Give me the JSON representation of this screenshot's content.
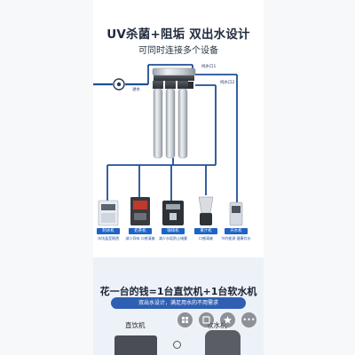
{
  "headline": "UV杀菌+阻垢 双出水设计",
  "subline": "可同时连接多个设备",
  "diagram": {
    "labels": {
      "outlet_1": "纯水口1",
      "outlet_2": "纯水口2",
      "inlet": "进水"
    },
    "devices": [
      {
        "name": "制冰机",
        "caption": "冰块晶莹剔透"
      },
      {
        "name": "奶茶机",
        "caption": "减少异味 口感清爽"
      },
      {
        "name": "咖啡机",
        "caption": "减少水垢防止堵塞"
      },
      {
        "name": "果汁机",
        "caption": "口感清爽"
      },
      {
        "name": "开水机",
        "caption": "节约能源 健康饮水"
      }
    ],
    "colors": {
      "pipe": "#1f4f96",
      "tag": "#1e63c6",
      "steel": "#cfd4da"
    }
  },
  "bottom": {
    "slogan": "花一台的钱=1台直饮机+1台软水机",
    "pill": "双出水设计，满足用水的不用需求",
    "left_label": "直饮机",
    "right_label": "软水机"
  },
  "floating_toolbar": {
    "icons": [
      "grid-icon",
      "apps-icon",
      "star-icon",
      "more-icon"
    ],
    "more_glyph": "•••"
  }
}
